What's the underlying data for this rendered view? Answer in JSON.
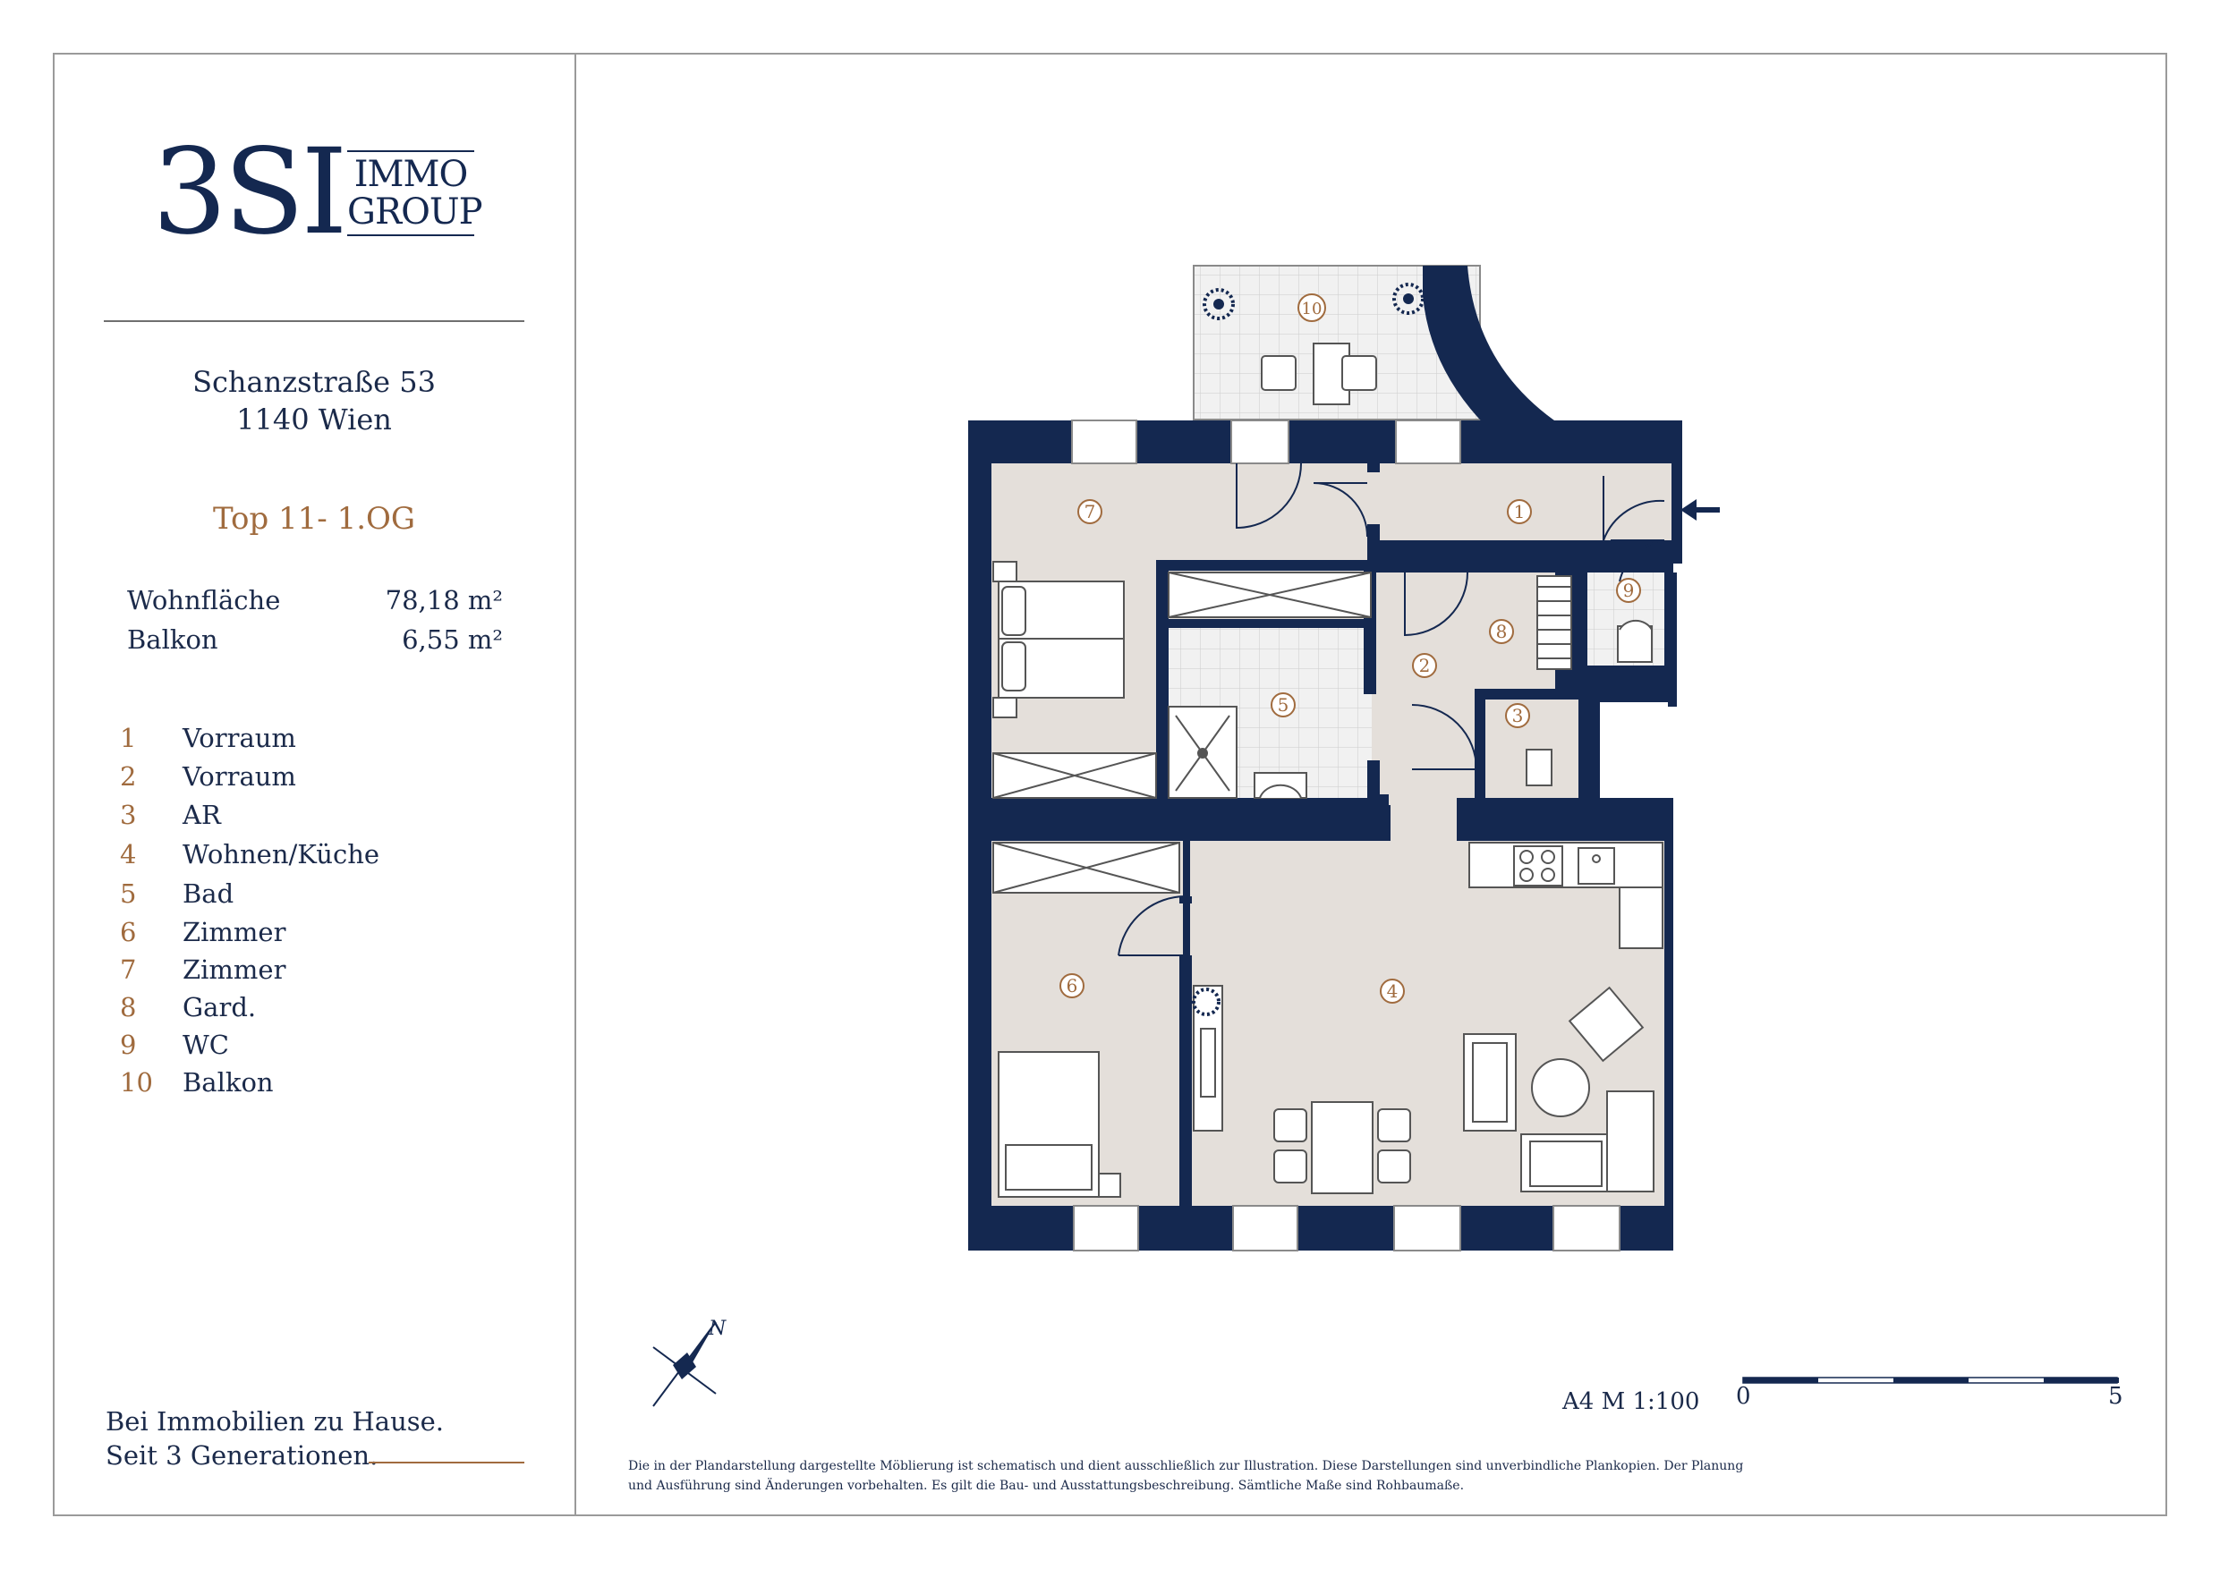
{
  "brand": {
    "mark": "3SI",
    "line1": "IMMO",
    "line2": "GROUP"
  },
  "address": {
    "street": "Schanzstraße 53",
    "city": "1140 Wien"
  },
  "unit": {
    "label": "Top 11- 1.OG"
  },
  "areas": [
    {
      "label": "Wohnfläche",
      "value": "78,18 m²"
    },
    {
      "label": "Balkon",
      "value": "6,55 m²"
    }
  ],
  "rooms": [
    {
      "no": "1",
      "name": "Vorraum"
    },
    {
      "no": "2",
      "name": "Vorraum"
    },
    {
      "no": "3",
      "name": "AR"
    },
    {
      "no": "4",
      "name": "Wohnen/Küche"
    },
    {
      "no": "5",
      "name": "Bad"
    },
    {
      "no": "6",
      "name": "Zimmer"
    },
    {
      "no": "7",
      "name": "Zimmer"
    },
    {
      "no": "8",
      "name": "Gard."
    },
    {
      "no": "9",
      "name": "WC"
    },
    {
      "no": "10",
      "name": "Balkon"
    }
  ],
  "slogan": {
    "line1": "Bei Immobilien zu Hause.",
    "line2": "Seit 3 Generationen."
  },
  "compass": {
    "label": "N"
  },
  "scale": {
    "label": "A4  M 1:100",
    "start": "0",
    "end": "5"
  },
  "disclaimer": "Die in der Plandarstellung dargestellte Möblierung ist schematisch und dient ausschließlich zur Illustration. Diese Darstellungen sind unverbindliche Plankopien. Der Planung und Ausführung sind Änderungen vorbehalten. Es gilt die Bau- und Ausstattungsbeschreibung. Sämtliche Maße sind Rohbaumaße.",
  "colors": {
    "wall": "#142850",
    "floor": "#e4dfda",
    "tile": "#eeeeee",
    "accent": "#a06b3e"
  }
}
